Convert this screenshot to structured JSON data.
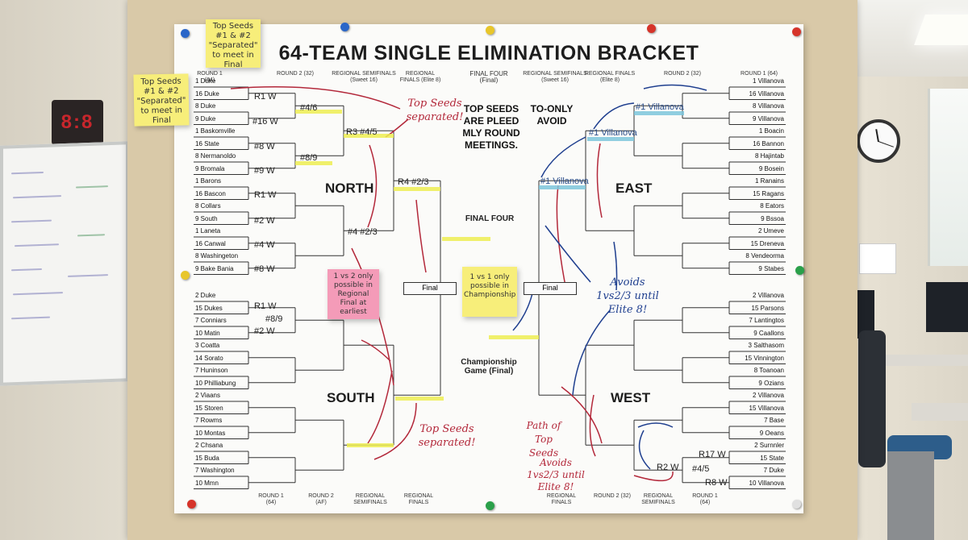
{
  "title": "64-TEAM SINGLE ELIMINATION BRACKET",
  "round_headers_top": {
    "left": [
      "ROUND 1 (64)",
      "ROUND 2 (32)",
      "REGIONAL SEMIFINALS (Sweet 16)",
      "REGIONAL FINALS (Elite 8)",
      "FINAL FOUR (Final)"
    ],
    "right": [
      "REGIONAL SEMIFINALS (Sweet 16)",
      "REGIONAL FINALS (Elite 8)",
      "ROUND 2 (32)",
      "ROUND 1 (64)"
    ]
  },
  "round_headers_bottom": {
    "left": [
      "ROUND 1 (64)",
      "ROUND 2 (AF)",
      "REGIONAL SEMIFINALS",
      "REGIONAL FINALS"
    ],
    "right": [
      "REGIONAL FINALS",
      "ROUND 2 (32)",
      "REGIONAL SEMIFINALS",
      "ROUND 1 (64)"
    ]
  },
  "regions": {
    "north": "NORTH",
    "south": "SOUTH",
    "east": "EAST",
    "west": "WEST"
  },
  "left_teams": [
    "1 Duke",
    "16 Duke",
    "8 Duke",
    "9 Duke",
    "1 Baskomville",
    "16 State",
    "8 Nermanoldo",
    "9 Bromala",
    "1 Barons",
    "16 Bascon",
    "8 Collars",
    "9 South",
    "1 Laneta",
    "16 Canwal",
    "8 Washingeton",
    "9 Bake Bania",
    "2 Duke",
    "15 Dukes",
    "7 Conniars",
    "10 Matin",
    "3 Coatta",
    "14 Sorato",
    "7 Huninson",
    "10 Philliabung",
    "2 Viaans",
    "15 Storen",
    "7 Rowms",
    "10 Montas",
    "2 Chsana",
    "15 Buda",
    "7 Washington",
    "10 Mmn"
  ],
  "right_teams": [
    "1 Villanova",
    "16 Villanova",
    "8 Villanova",
    "9 Villanova",
    "1 Boacin",
    "16 Bannon",
    "8 Hajintab",
    "9 Bosein",
    "1 Ranains",
    "15 Ragans",
    "8 Eators",
    "9 Bssoa",
    "2 Umeve",
    "15 Dreneva",
    "8 Vendeorma",
    "9 Stabes",
    "2 Villanova",
    "15 Parsons",
    "7 Lantingtos",
    "9 Caallons",
    "3 Salthasom",
    "15 Vinnington",
    "8 Toanoan",
    "9 Ozians",
    "2 Villanova",
    "15 Villanova",
    "7 Base",
    "9 Oeans",
    "2 Surnnler",
    "15 State",
    "7 Duke",
    "10 Villanova"
  ],
  "left_labels": [
    "R1 W",
    "#16 W",
    "#4/6",
    "R3 #4/5",
    "#8 W",
    "#9 W",
    "#8/9",
    "R4 #2/3",
    "R1 W",
    "#2 W",
    "#4 W",
    "#8 W",
    "#4 #2/3",
    "R1 W",
    "#8/9",
    "#2 W"
  ],
  "right_labels": [
    "#1 Villanova",
    "#1 Villanova",
    "#1 Villanova",
    "R17 W",
    "#4/5",
    "R2 W",
    "R8 W"
  ],
  "notes": {
    "top_seeds_1": "Top Seeds #1 & #2 \"Separated\" to meet in Final",
    "top_seeds_2": "Top Seeds #1 & #2 \"Separated\" to meet in Final",
    "pink_note": "1 vs 2 only possible in Regional Final at earliest",
    "yellow_note": "1 vs 1 only possible in Championship",
    "center_text": "TOP SEEDS ARE PLEED MLY ROUND MEETINGS.",
    "center_text_2": "TO-ONLY AVOID",
    "final_four": "FINAL FOUR",
    "championship": "Championship Game (Final)",
    "final_box_left": "Final",
    "final_box_right": "Final"
  },
  "handwriting": {
    "red_top": "Top Seeds separated!",
    "red_bottom": "Top Seeds separated!",
    "red_path": "Path of Top Seeds",
    "red_avoids": "Avoids 1vs2/3 until Elite 8!",
    "blue_avoids": "Avoids 1vs2/3 until Elite 8!"
  },
  "clock_display": "8:8",
  "colors": {
    "highlight_yellow": "#eded52",
    "highlight_blue": "#7dc6dc",
    "ink_red": "#b3283a",
    "ink_blue": "#1f3f8f"
  }
}
